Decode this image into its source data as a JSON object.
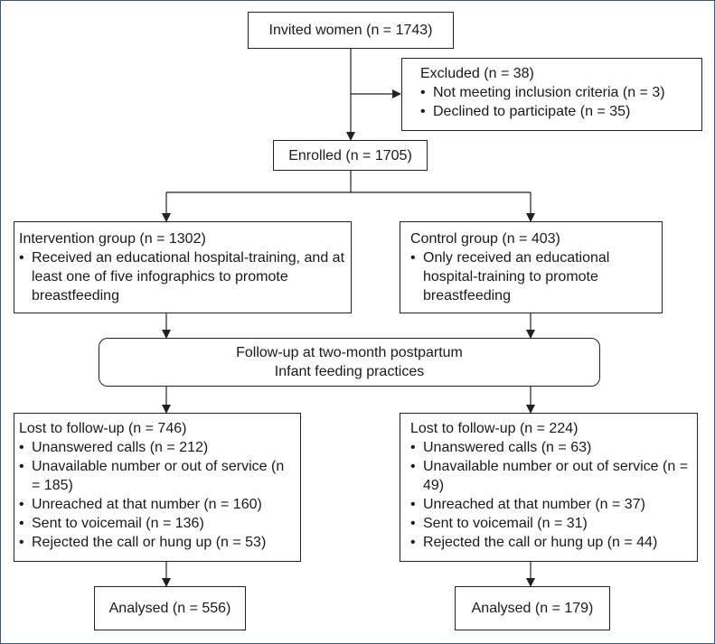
{
  "invited": "Invited women (n = 1743)",
  "excluded": {
    "title": "Excluded (n = 38)",
    "items": [
      "Not meeting inclusion criteria (n = 3)",
      "Declined to participate (n = 35)"
    ]
  },
  "enrolled": "Enrolled (n = 1705)",
  "intervention": {
    "title": "Intervention group (n = 1302)",
    "items": [
      "Received an educational hospital-training, and at least one of five infographics to promote breastfeeding"
    ]
  },
  "control": {
    "title": "Control group (n = 403)",
    "items": [
      "Only received an educational hospital-training to promote breastfeeding"
    ]
  },
  "followup": {
    "line1": "Follow-up at two-month postpartum",
    "line2": "Infant feeding practices"
  },
  "lost_left": {
    "title": "Lost to follow-up (n = 746)",
    "items": [
      "Unanswered calls (n = 212)",
      "Unavailable number or out of service (n = 185)",
      "Unreached at that number (n = 160)",
      "Sent to voicemail (n = 136)",
      "Rejected the call or hung up (n = 53)"
    ]
  },
  "lost_right": {
    "title": "Lost to follow-up (n = 224)",
    "items": [
      "Unanswered calls (n = 63)",
      "Unavailable number or out of service (n = 49)",
      "Unreached at that number (n = 37)",
      "Sent to voicemail (n = 31)",
      "Rejected the call or hung up (n = 44)"
    ]
  },
  "analysed_left": "Analysed (n = 556)",
  "analysed_right": "Analysed (n = 179)"
}
